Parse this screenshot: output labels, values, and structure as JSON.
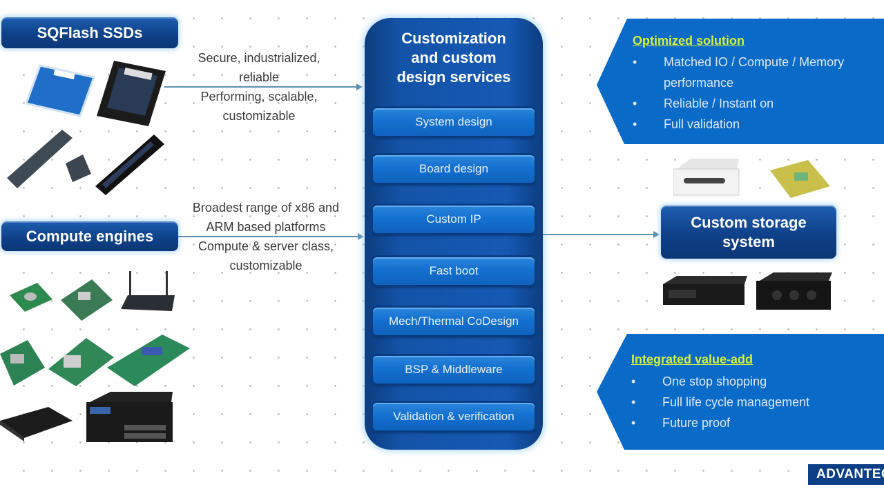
{
  "left": {
    "sqflash_label": "SQFlash SSDs",
    "sqflash_desc": [
      "Secure, industrialized,",
      "reliable",
      "Performing, scalable,",
      "customizable"
    ],
    "compute_label": "Compute engines",
    "compute_desc": [
      "Broadest range of x86 and",
      "ARM based platforms",
      "Compute & server class,",
      "customizable"
    ]
  },
  "center": {
    "title_lines": [
      "Customization",
      "and custom",
      "design services"
    ],
    "services": [
      "System design",
      "Board design",
      "Custom IP",
      "Fast boot",
      "Mech/Thermal CoDesign",
      "BSP & Middleware",
      "Validation & verification"
    ]
  },
  "right": {
    "panel1": {
      "heading": "Optimized solution",
      "items": [
        "Matched IO / Compute / Memory performance",
        "Reliable / Instant on",
        "Full validation"
      ]
    },
    "storage_label": [
      "Custom storage",
      "system"
    ],
    "panel2": {
      "heading": "Integrated value-add",
      "items": [
        "One stop shopping",
        "Full life cycle management",
        "Future proof"
      ]
    }
  },
  "logo": "ADVANTECH",
  "colors": {
    "primary_blue": "#0e3f86",
    "panel_blue": "#0a6ac8",
    "service_blue": "#1470cf",
    "heading_yellow": "#d6f03c",
    "connector": "#5b8fb0"
  }
}
